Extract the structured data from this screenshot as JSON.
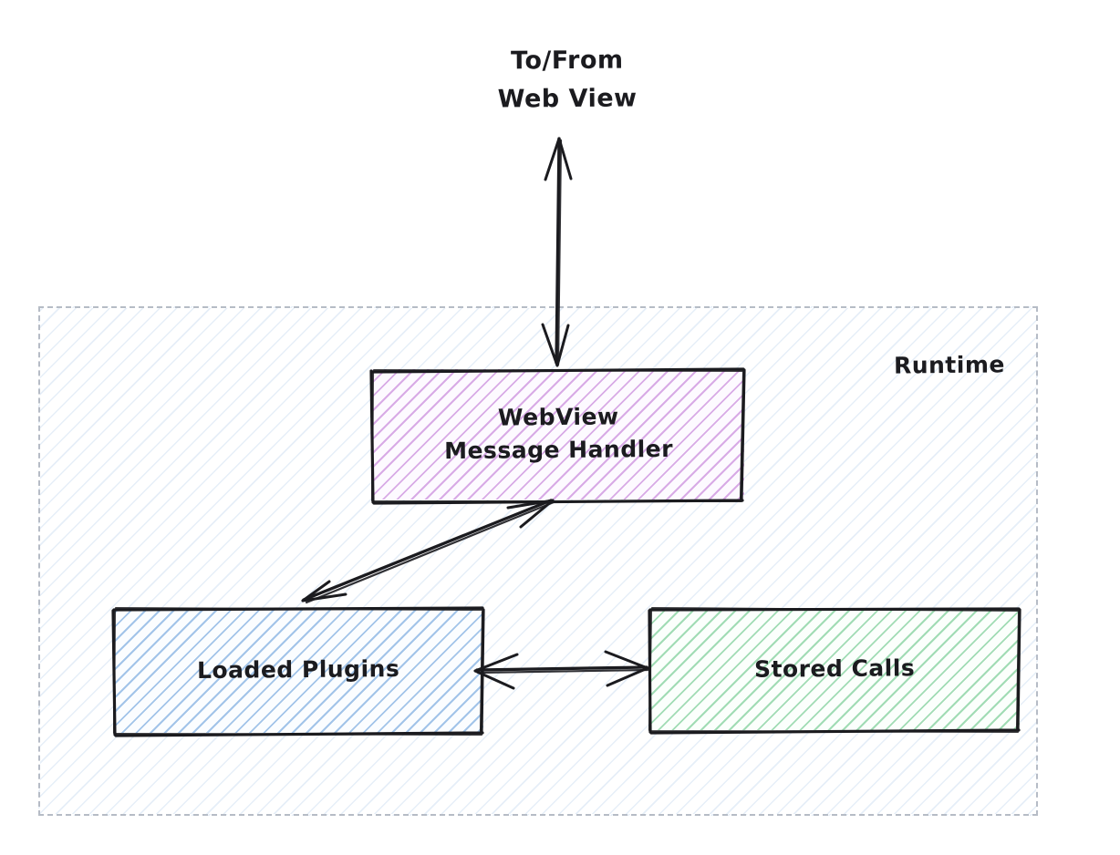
{
  "diagram": {
    "title": "To/From\nWeb View",
    "background": "#ffffff",
    "ink_color": "#1b1b1f",
    "container": {
      "label": "Runtime",
      "border_color": "#b6bcc6",
      "border_style": "dashed",
      "hatch_color": "#8cb4e1"
    },
    "nodes": [
      {
        "id": "webview-message-handler",
        "label": "WebView\nMessage Handler",
        "fill_hatch_color": "#ba6ad2",
        "stroke_color": "#1b1b1f"
      },
      {
        "id": "loaded-plugins",
        "label": "Loaded Plugins",
        "fill_hatch_color": "#5a96d7",
        "stroke_color": "#1b1b1f"
      },
      {
        "id": "stored-calls",
        "label": "Stored Calls",
        "fill_hatch_color": "#48b96e",
        "stroke_color": "#1b1b1f"
      }
    ],
    "edges": [
      {
        "id": "webview-to-external",
        "from": "webview-message-handler",
        "to": "To/From Web View",
        "direction": "bidirectional",
        "orientation": "vertical"
      },
      {
        "id": "handler-to-plugins",
        "from": "webview-message-handler",
        "to": "loaded-plugins",
        "direction": "bidirectional",
        "orientation": "diagonal"
      },
      {
        "id": "plugins-to-calls",
        "from": "loaded-plugins",
        "to": "stored-calls",
        "direction": "bidirectional",
        "orientation": "horizontal"
      }
    ]
  }
}
